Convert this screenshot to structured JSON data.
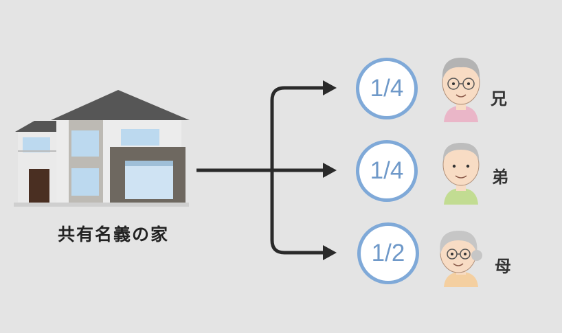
{
  "house": {
    "caption": "共有名義の家",
    "colors": {
      "roof": "#555555",
      "wall": "#ececec",
      "dark_block": "#6e6860",
      "glass": "#bcd9ef",
      "door": "#4a2f22"
    }
  },
  "arrows": {
    "color": "#2a2a2a"
  },
  "heirs": [
    {
      "share": "1/4",
      "name": "兄",
      "icon": "elderly-man-bald-icon",
      "shirt": "#eab6c8"
    },
    {
      "share": "1/4",
      "name": "弟",
      "icon": "elderly-man-icon",
      "shirt": "#c2dc92"
    },
    {
      "share": "1/2",
      "name": "母",
      "icon": "elderly-woman-icon",
      "shirt": "#f4cfa0"
    }
  ],
  "colors": {
    "circle_border": "#7fa9d8",
    "share_text": "#6f99c9",
    "background": "#e4e4e4"
  }
}
